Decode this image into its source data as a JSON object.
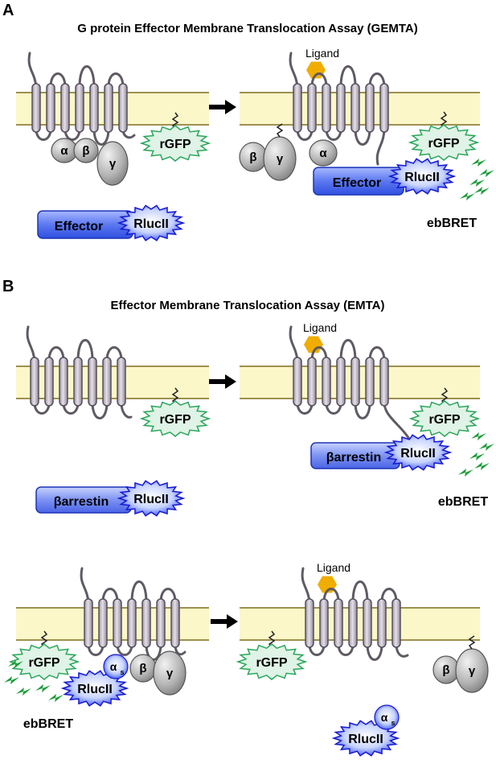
{
  "panel_a": {
    "letter": "A",
    "title": "G protein Effector Membrane Translocation Assay (GEMTA)",
    "ligand": "Ligand",
    "alpha": "α",
    "beta": "β",
    "gamma": "γ",
    "rgfp": "rGFP",
    "effector": "Effector",
    "rlucii": "RlucII",
    "ebbret": "ebBRET"
  },
  "panel_b": {
    "letter": "B",
    "title": "Effector Membrane Translocation Assay (EMTA)",
    "ligand": "Ligand",
    "rgfp": "rGFP",
    "barrestin": "βarrestin",
    "rlucii": "RlucII",
    "ebbret": "ebBRET",
    "alpha_s": "α",
    "alpha_s_sub": "s",
    "beta": "β",
    "gamma": "γ"
  },
  "colors": {
    "membrane": "#fbf7c8",
    "membrane_line": "#9e9050",
    "helix": "#c4bcc9",
    "helix_stroke": "#55505a",
    "ligand": "#f0ad00",
    "rgfp_fill": "#dff3e6",
    "rgfp_stroke": "#2aa55a",
    "rluc_stroke": "#1818d0",
    "effector_fill": "#5a78e8",
    "gprotein": "#a8a8a8",
    "spark": "#1e9d3c"
  }
}
